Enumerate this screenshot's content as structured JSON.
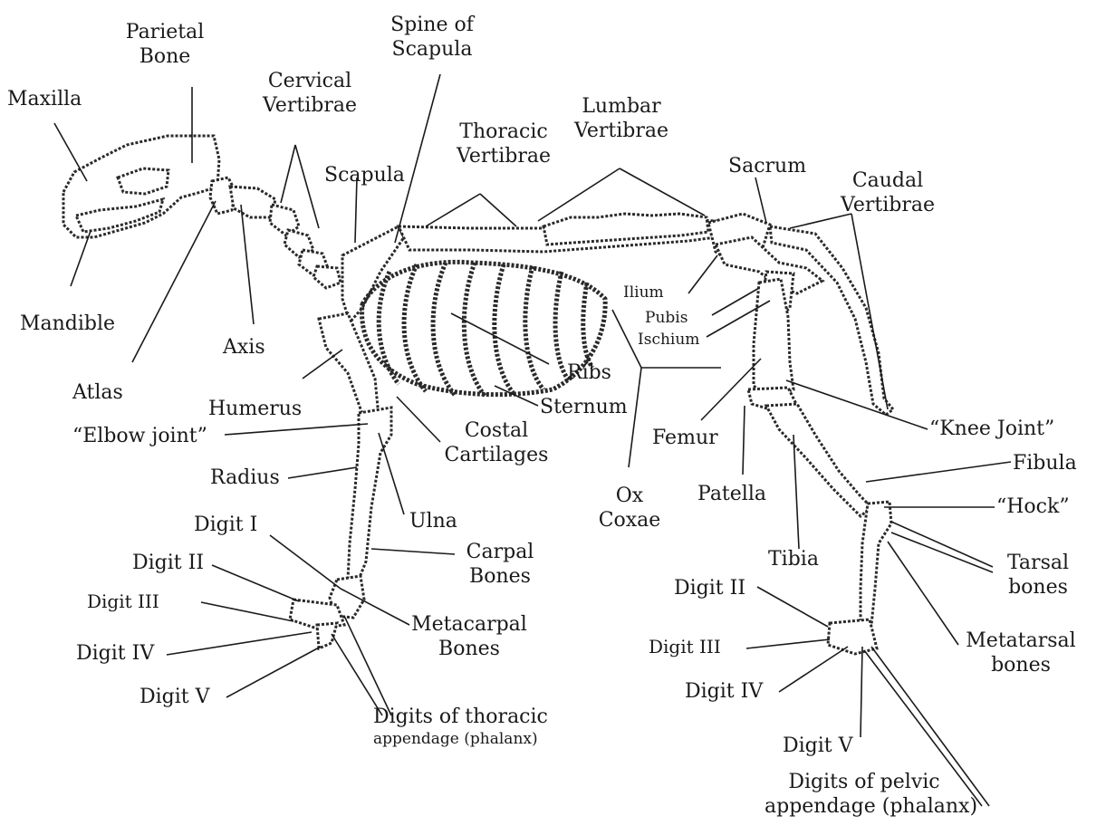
{
  "labels": {
    "maxilla": "Maxilla",
    "parietal_bone": [
      "Parietal",
      "Bone"
    ],
    "cervical_vertebrae": [
      "Cervical",
      "Vertibrae"
    ],
    "spine_of_scapula": [
      "Spine of",
      "Scapula"
    ],
    "thoracic_vertebrae": [
      "Thoracic",
      "Vertibrae"
    ],
    "lumbar_vertebrae": [
      "Lumbar",
      "Vertibrae"
    ],
    "sacrum": "Sacrum",
    "caudal_vertebrae": [
      "Caudal",
      "Vertibrae"
    ],
    "scapula": "Scapula",
    "mandible": "Mandible",
    "axis": "Axis",
    "atlas": "Atlas",
    "ilium": "Ilium",
    "pubis": "Pubis",
    "ischium": "Ischium",
    "ribs": "Ribs",
    "sternum": "Sternum",
    "humerus": "Humerus",
    "elbow_joint": "“Elbow joint”",
    "costal_cartilages": [
      "Costal",
      "Cartilages"
    ],
    "femur": "Femur",
    "knee_joint": "“Knee Joint”",
    "fibula": "Fibula",
    "radius": "Radius",
    "ox_coxae": [
      "Ox",
      "Coxae"
    ],
    "patella": "Patella",
    "hock": "“Hock”",
    "ulna": "Ulna",
    "digit_i": "Digit I",
    "carpal_bones": [
      "Carpal",
      "Bones"
    ],
    "tibia": "Tibia",
    "tarsal_bones": [
      "Tarsal",
      "bones"
    ],
    "digit_ii_front": "Digit II",
    "digit_iii_front": "Digit III",
    "digit_iv_front": "Digit IV",
    "digit_v_front": "Digit V",
    "metacarpal_bones": [
      "Metacarpal",
      "Bones"
    ],
    "digits_thoracic": [
      "Digits of thoracic",
      "appendage (phalanx)"
    ],
    "digit_ii_rear": "Digit II",
    "digit_iii_rear": "Digit III",
    "digit_iv_rear": "Digit IV",
    "digit_v_rear": "Digit V",
    "metatarsal_bones": [
      "Metatarsal",
      "bones"
    ],
    "digits_pelvic": [
      "Digits of pelvic",
      "appendage (phalanx)"
    ]
  }
}
